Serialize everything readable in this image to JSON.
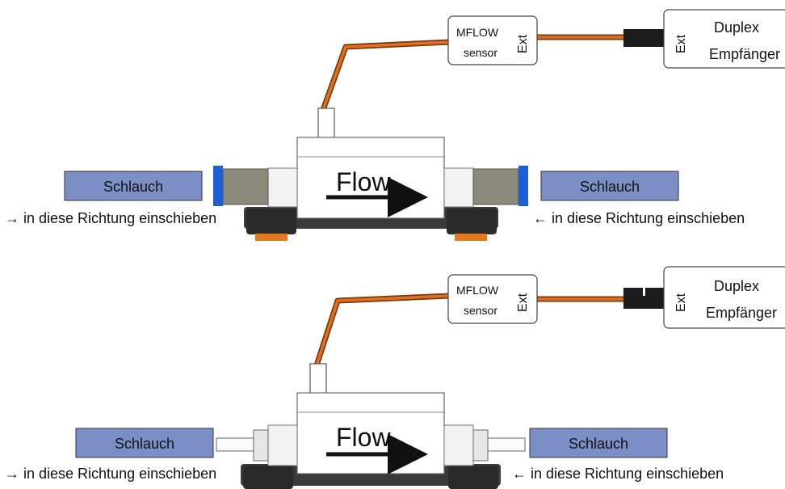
{
  "panels": [
    {
      "sensor": {
        "line1": "MFLOW",
        "line2": "sensor",
        "port": "Ext"
      },
      "receiver": {
        "port": "Ext",
        "line1": "Duplex",
        "line2": "Empfänger"
      },
      "flow_label": "Flow",
      "left_tube": {
        "label": "Schlauch",
        "hint": "→ in diese Richtung einschieben"
      },
      "right_tube": {
        "label": "Schlauch",
        "hint": "← in diese Richtung einschieben"
      }
    },
    {
      "sensor": {
        "line1": "MFLOW",
        "line2": "sensor",
        "port": "Ext"
      },
      "receiver": {
        "port": "Ext",
        "line1": "Duplex",
        "line2": "Empfänger"
      },
      "flow_label": "Flow",
      "left_tube": {
        "label": "Schlauch",
        "hint": "→ in diese Richtung einschieben"
      },
      "right_tube": {
        "label": "Schlauch",
        "hint": "← in diese Richtung einschieben"
      }
    }
  ],
  "colors": {
    "tube_fill": "#7b8fc6",
    "cable_orange": "#e0701f",
    "cable_brown": "#7a3a12",
    "fitting_gray": "#8a897a",
    "fitting_blue": "#1e5fd6",
    "base_dark": "#3a3a3a",
    "foot_orange": "#e8781e"
  }
}
